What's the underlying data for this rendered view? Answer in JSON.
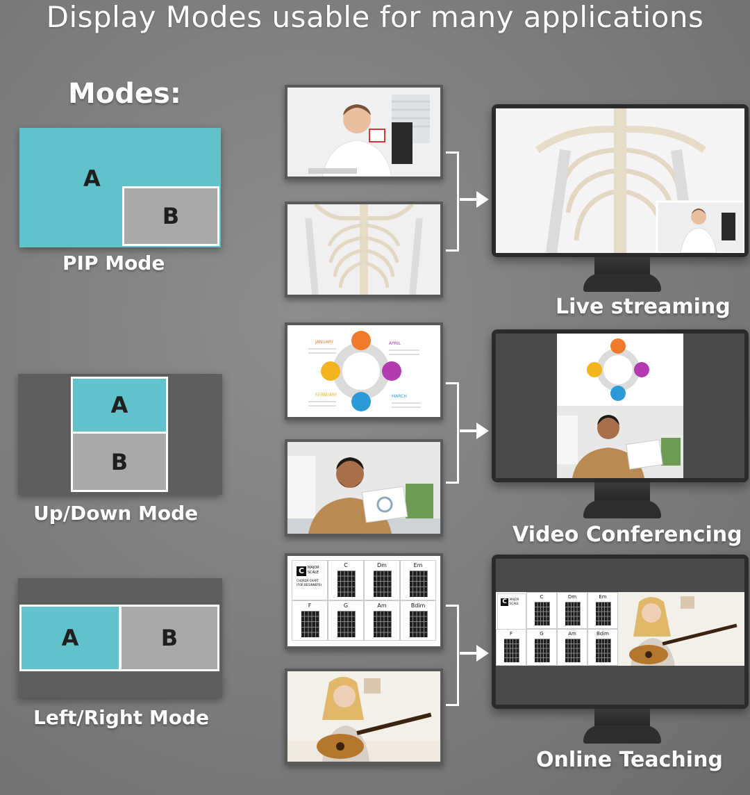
{
  "title": "Display Modes usable for many applications",
  "modes_label": "Modes:",
  "modes": [
    {
      "caption": "PIP Mode",
      "a": "A",
      "b": "B"
    },
    {
      "caption": "Up/Down Mode",
      "a": "A",
      "b": "B"
    },
    {
      "caption": "Left/Right Mode",
      "a": "A",
      "b": "B"
    }
  ],
  "scenes": [
    {
      "caption": "Live streaming"
    },
    {
      "caption": "Video Conferencing"
    },
    {
      "caption": "Online Teaching"
    }
  ],
  "infographic": {
    "months": [
      "JANUARY",
      "APRIL",
      "FEBRUARY",
      "MARCH"
    ]
  },
  "chord_chart": {
    "title_letter": "C",
    "title_lines": [
      "MAJOR",
      "SCALE",
      "CHORDS CHART",
      "(FOR BEGINNERS)"
    ],
    "chords": [
      "C",
      "Dm",
      "Em",
      "F",
      "G",
      "Am",
      "Bdim"
    ]
  },
  "colors": {
    "accent_a": "#62c2cc",
    "box_b": "#a9a9a9",
    "background": "#7a7a7a"
  }
}
